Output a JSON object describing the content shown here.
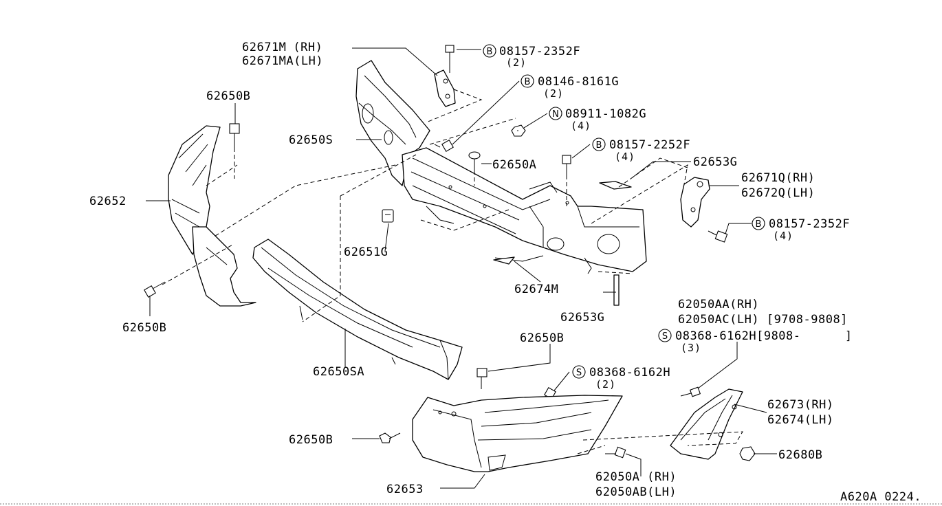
{
  "diagram_id": "A620A 0224.",
  "callouts": [
    {
      "id": "c01",
      "number": "62671M",
      "spec": "(RH)"
    },
    {
      "id": "c02",
      "number": "62671MA",
      "spec": "(LH)"
    },
    {
      "id": "c03",
      "number": "08157-2352F",
      "qty": "(2)",
      "symbol": "B"
    },
    {
      "id": "c04",
      "number": "08146-8161G",
      "qty": "(2)",
      "symbol": "B"
    },
    {
      "id": "c05",
      "number": "08911-1082G",
      "qty": "(4)",
      "symbol": "N"
    },
    {
      "id": "c06",
      "number": "62650B"
    },
    {
      "id": "c07",
      "number": "62650S"
    },
    {
      "id": "c08",
      "number": "62650A"
    },
    {
      "id": "c09",
      "number": "08157-2252F",
      "qty": "(4)",
      "symbol": "B"
    },
    {
      "id": "c10",
      "number": "62653G"
    },
    {
      "id": "c11",
      "number": "62671Q",
      "spec": "(RH)"
    },
    {
      "id": "c12",
      "number": "62672Q",
      "spec": "(LH)"
    },
    {
      "id": "c13",
      "number": "62652"
    },
    {
      "id": "c14",
      "number": "08157-2352F",
      "qty": "(4)",
      "symbol": "B"
    },
    {
      "id": "c15",
      "number": "62651G"
    },
    {
      "id": "c16",
      "number": "62674M"
    },
    {
      "id": "c17",
      "number": "62650B"
    },
    {
      "id": "c18",
      "number": "62653G"
    },
    {
      "id": "c19",
      "number": "62050AA",
      "spec": "(RH)"
    },
    {
      "id": "c20",
      "number": "62050AC",
      "spec": "(LH) [9708-9808]"
    },
    {
      "id": "c21",
      "number": "08368-6162H",
      "spec": "[9808-      ]",
      "qty": "(3)",
      "symbol": "S"
    },
    {
      "id": "c22",
      "number": "62650B"
    },
    {
      "id": "c23",
      "number": "62650SA"
    },
    {
      "id": "c24",
      "number": "08368-6162H",
      "qty": "(2)",
      "symbol": "S"
    },
    {
      "id": "c25",
      "number": "62673",
      "spec": "(RH)"
    },
    {
      "id": "c26",
      "number": "62674",
      "spec": "(LH)"
    },
    {
      "id": "c27",
      "number": "62650B"
    },
    {
      "id": "c28",
      "number": "62680B"
    },
    {
      "id": "c29",
      "number": "62653"
    },
    {
      "id": "c30",
      "number": "62050A",
      "spec": " (RH)"
    },
    {
      "id": "c31",
      "number": "62050AB",
      "spec": "(LH)"
    }
  ]
}
